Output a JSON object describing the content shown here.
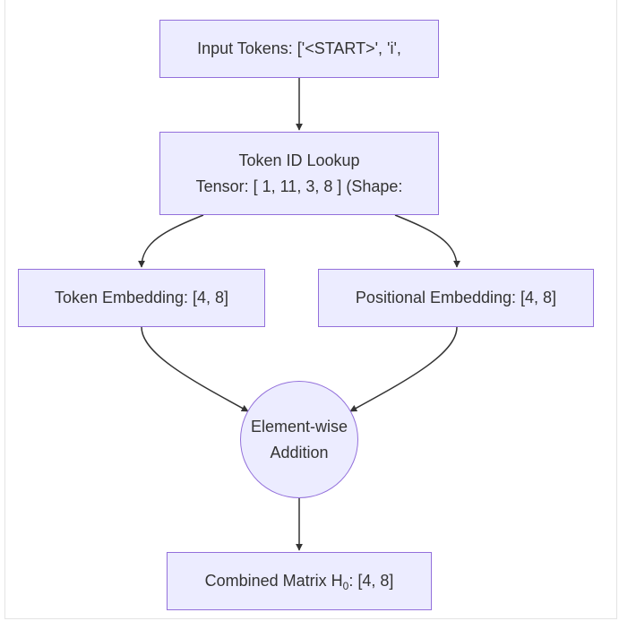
{
  "nodes": {
    "input_tokens": {
      "line1": "Input Tokens: ['<START>', 'i',"
    },
    "token_id_lookup": {
      "line1": "Token ID Lookup",
      "line2": "Tensor: [ 1, 11, 3, 8 ] (Shape:"
    },
    "token_embedding": {
      "line1": "Token Embedding: [4, 8]"
    },
    "positional_embedding": {
      "line1": "Positional Embedding: [4, 8]"
    },
    "elementwise_addition": {
      "line1": "Element-wise",
      "line2": "Addition"
    },
    "combined_matrix": {
      "prefix": "Combined Matrix H",
      "subscript": "0",
      "suffix": ": [4, 8]"
    }
  },
  "colors": {
    "node_fill": "#ececff",
    "node_border": "#9370db",
    "edge": "#333333",
    "text": "#333333"
  }
}
